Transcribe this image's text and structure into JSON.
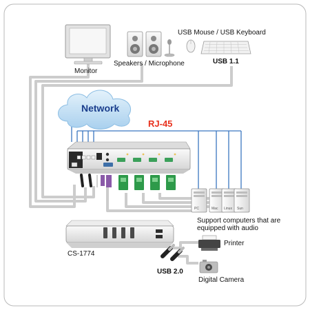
{
  "labels": {
    "monitor": "Monitor",
    "speakers_microphone": "Speakers / Microphone",
    "usb_mouse_keyboard": "USB Mouse / USB Keyboard",
    "usb_11": "USB 1.1",
    "network": "Network",
    "rj45": "RJ-45",
    "support_line1": "Support computers that are",
    "support_line2": "equipped with audio",
    "model": "CS-1774",
    "usb_20": "USB 2.0",
    "printer": "Printer",
    "digital_camera": "Digital Camera"
  },
  "pc_tags": [
    "PC",
    "Mac",
    "Linux",
    "Sun"
  ],
  "colors": {
    "cable_gray": "#c9c9c9",
    "network_blue": "#3a76c0",
    "cloud_fill": "#cfe6f7",
    "network_text": "#1a3d8c",
    "rj45_red": "#e8301c",
    "vga_green": "#2e9a4a",
    "ps2_purple": "#8a5aa8"
  }
}
